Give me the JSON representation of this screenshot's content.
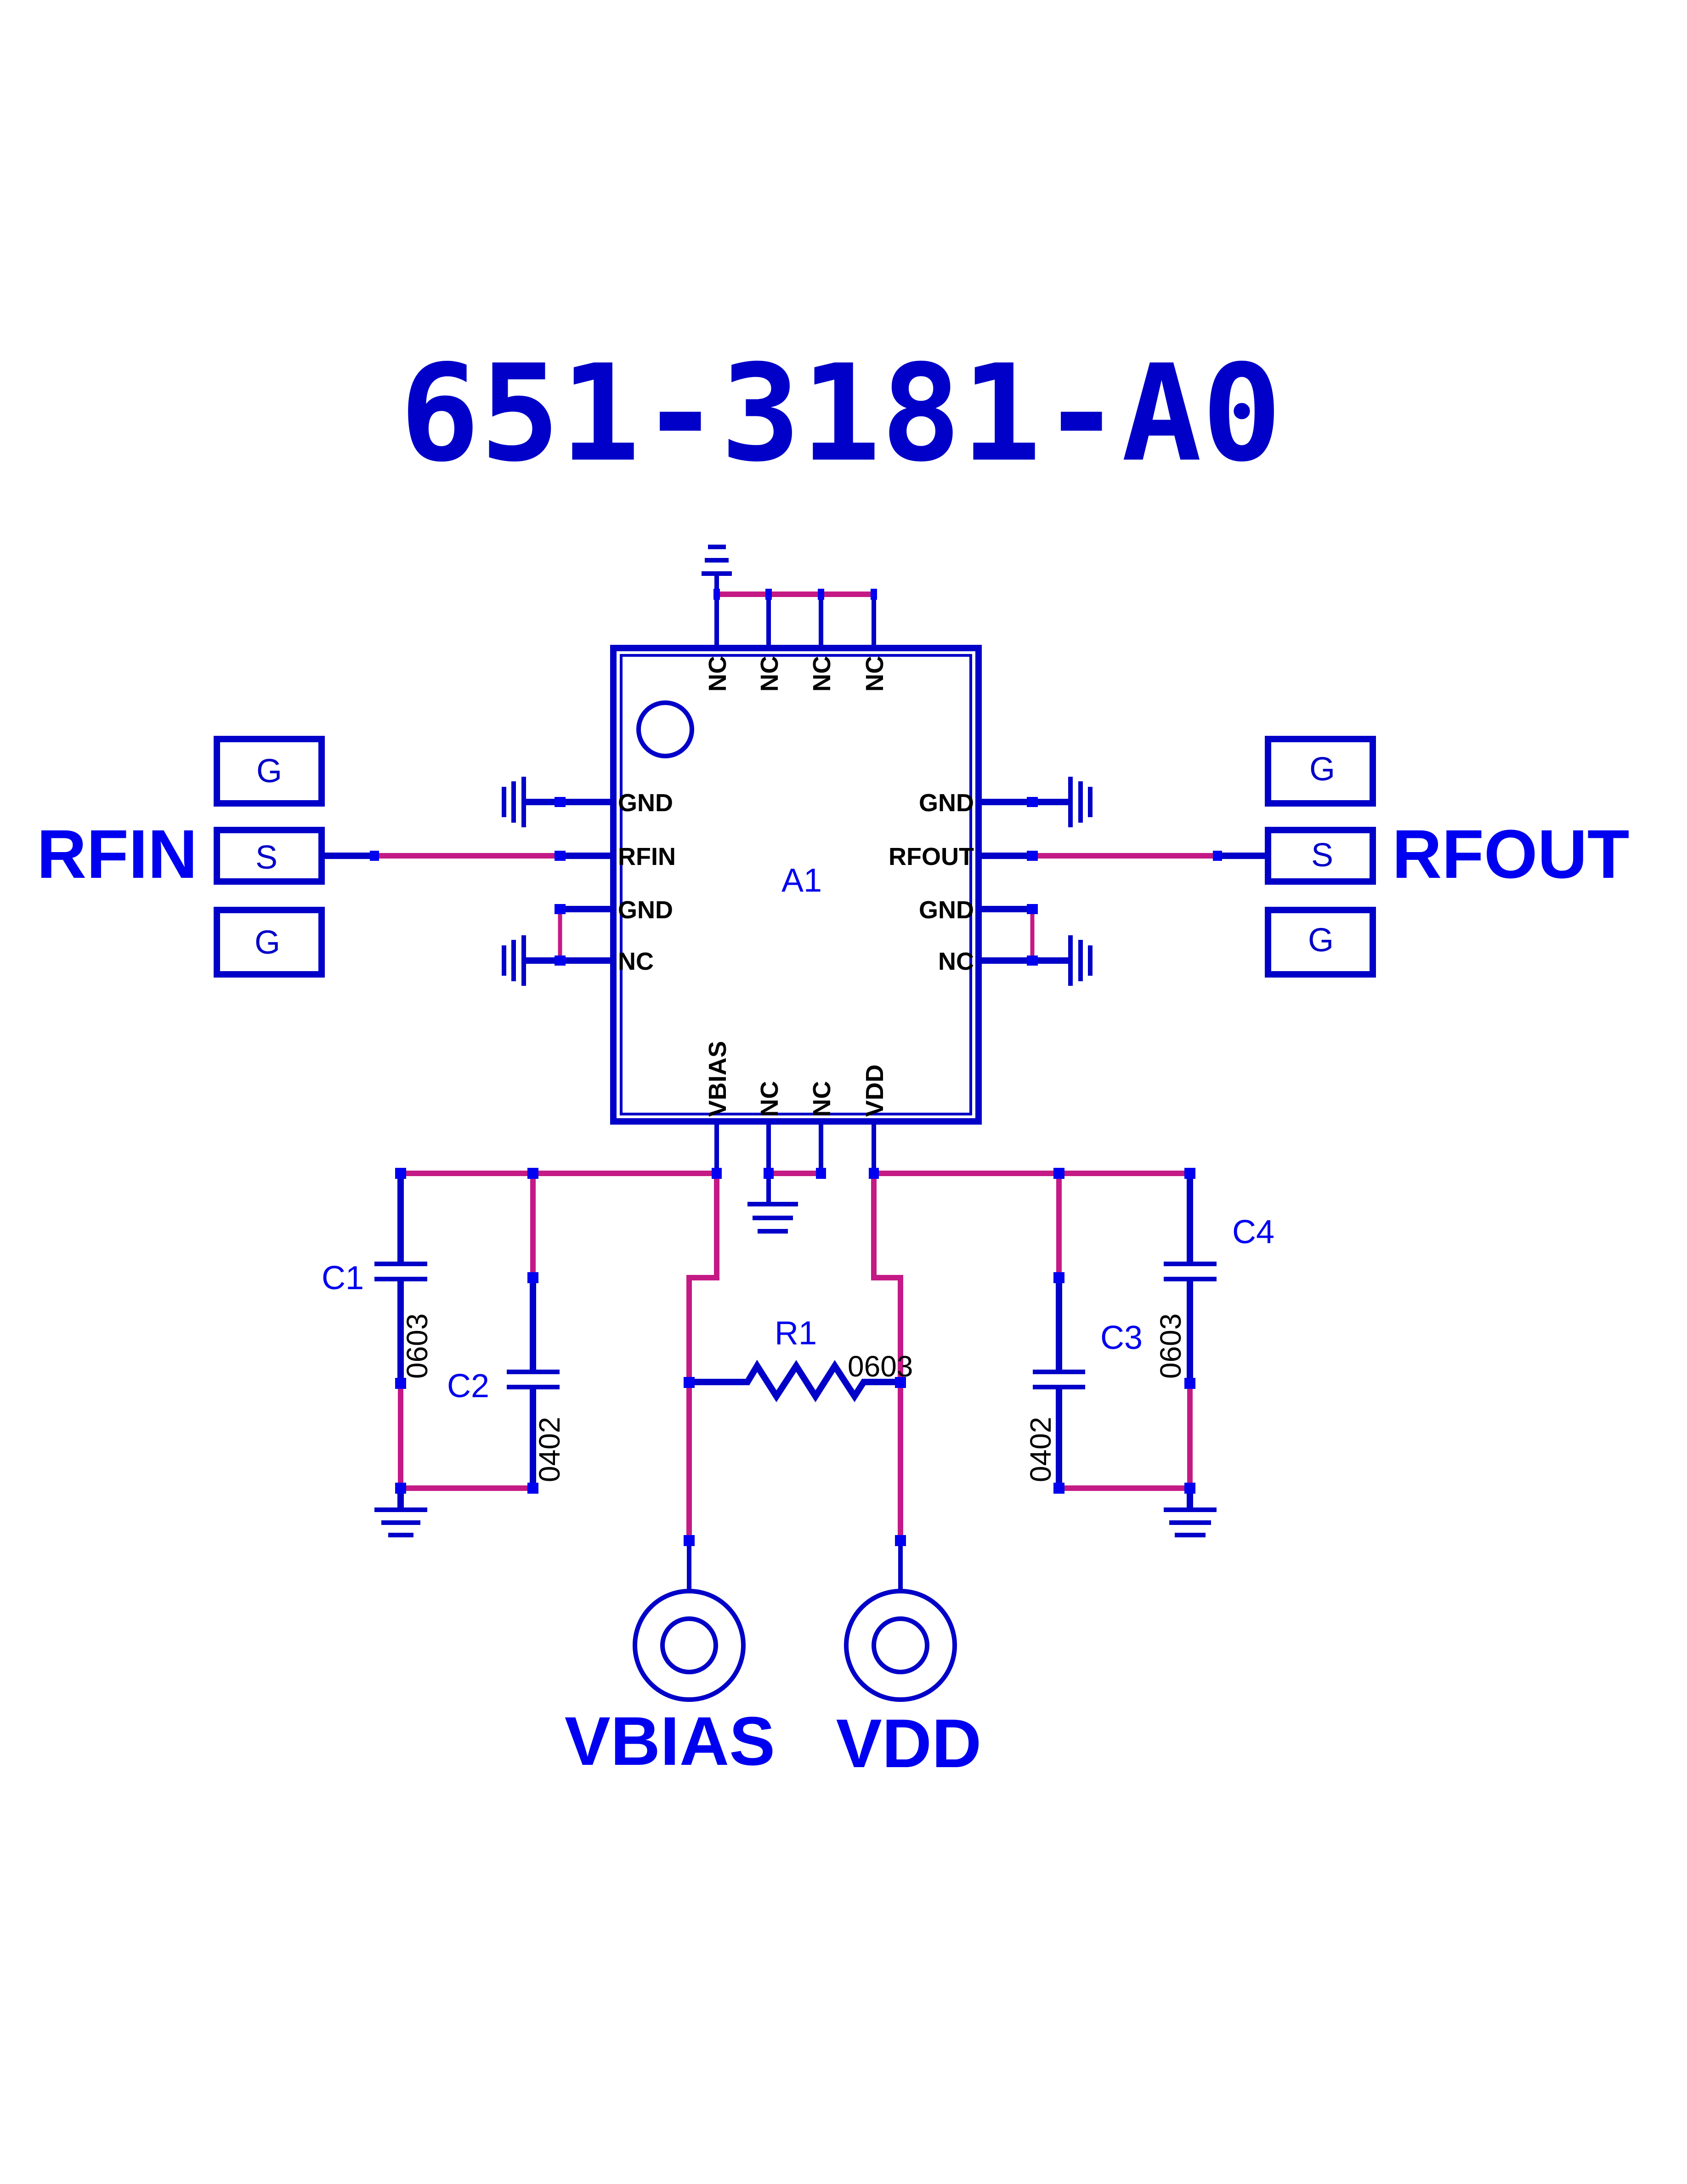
{
  "title": "651-3181-A0",
  "colors": {
    "component": "#0000c8",
    "net": "#c41a85",
    "junction": "#0000f0",
    "pin_text": "#000000"
  },
  "chip": {
    "ref": "A1",
    "pins_top": [
      "NC",
      "NC",
      "NC",
      "NC"
    ],
    "pins_left": [
      "GND",
      "RFIN",
      "GND",
      "NC"
    ],
    "pins_right": [
      "GND",
      "RFOUT",
      "GND",
      "NC"
    ],
    "pins_bottom": [
      "VBIAS",
      "NC",
      "NC",
      "VDD"
    ]
  },
  "ports": {
    "rfin": {
      "label": "RFIN",
      "pads": [
        "G",
        "S",
        "G"
      ]
    },
    "rfout": {
      "label": "RFOUT",
      "pads": [
        "G",
        "S",
        "G"
      ]
    },
    "vbias": {
      "label": "VBIAS"
    },
    "vdd": {
      "label": "VDD"
    }
  },
  "components": {
    "c1": {
      "ref": "C1",
      "package": "0603"
    },
    "c2": {
      "ref": "C2",
      "package": "0402"
    },
    "c3": {
      "ref": "C3",
      "package": "0402"
    },
    "c4": {
      "ref": "C4",
      "package": "0603"
    },
    "r1": {
      "ref": "R1",
      "package": "0603"
    }
  }
}
